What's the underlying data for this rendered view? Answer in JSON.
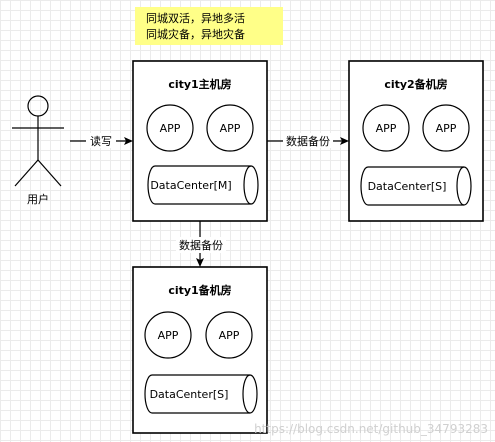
{
  "note": {
    "line1": "同城双活，异地多活",
    "line2": "同城灾备，异地灾备",
    "bg_color": "#ffff88"
  },
  "user": {
    "label": "用户"
  },
  "edges": {
    "read_write": "读写",
    "backup_right": "数据备份",
    "backup_down": "数据备份"
  },
  "nodes": {
    "city1_main": {
      "title": "city1主机房",
      "app1": "APP",
      "app2": "APP",
      "datacenter": "DataCenter[M]"
    },
    "city2_backup": {
      "title": "city2备机房",
      "app1": "APP",
      "app2": "APP",
      "datacenter": "DataCenter[S]"
    },
    "city1_backup": {
      "title": "city1备机房",
      "app1": "APP",
      "app2": "APP",
      "datacenter": "DataCenter[S]"
    }
  },
  "watermark": "https://blog.csdn.net/github_34793283"
}
